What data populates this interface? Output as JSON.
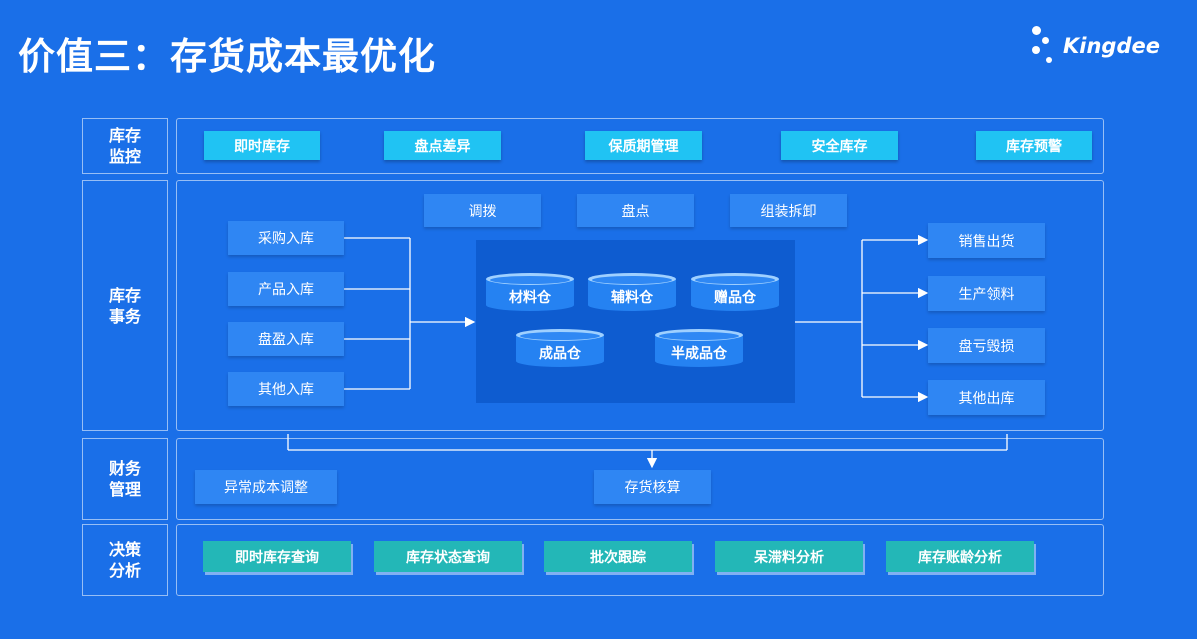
{
  "title": "价值三：存货成本最优化",
  "logo": {
    "text": "Kingdee"
  },
  "sections": {
    "monitor": {
      "label": "库存\n监控",
      "items": [
        "即时库存",
        "盘点差异",
        "保质期管理",
        "安全库存",
        "库存预警"
      ]
    },
    "transactions": {
      "label": "库存\n事务",
      "top_items": [
        "调拨",
        "盘点",
        "组装拆卸"
      ],
      "inbound": [
        "采购入库",
        "产品入库",
        "盘盈入库",
        "其他入库"
      ],
      "warehouses": [
        "材料仓",
        "辅料仓",
        "赠品仓",
        "成品仓",
        "半成品仓"
      ],
      "outbound": [
        "销售出货",
        "生产领料",
        "盘亏毁损",
        "其他出库"
      ]
    },
    "finance": {
      "label": "财务\n管理",
      "items": [
        "异常成本调整",
        "存货核算"
      ]
    },
    "analysis": {
      "label": "决策\n分析",
      "items": [
        "即时库存查询",
        "库存状态查询",
        "批次跟踪",
        "呆滞料分析",
        "库存账龄分析"
      ]
    }
  },
  "colors": {
    "background": "#1a6fe8",
    "monitor_chip": "#20c3f3",
    "transaction_chip": "#2f86f3",
    "analysis_chip": "#23b7b7",
    "warehouse_area": "#0e5cd0"
  }
}
